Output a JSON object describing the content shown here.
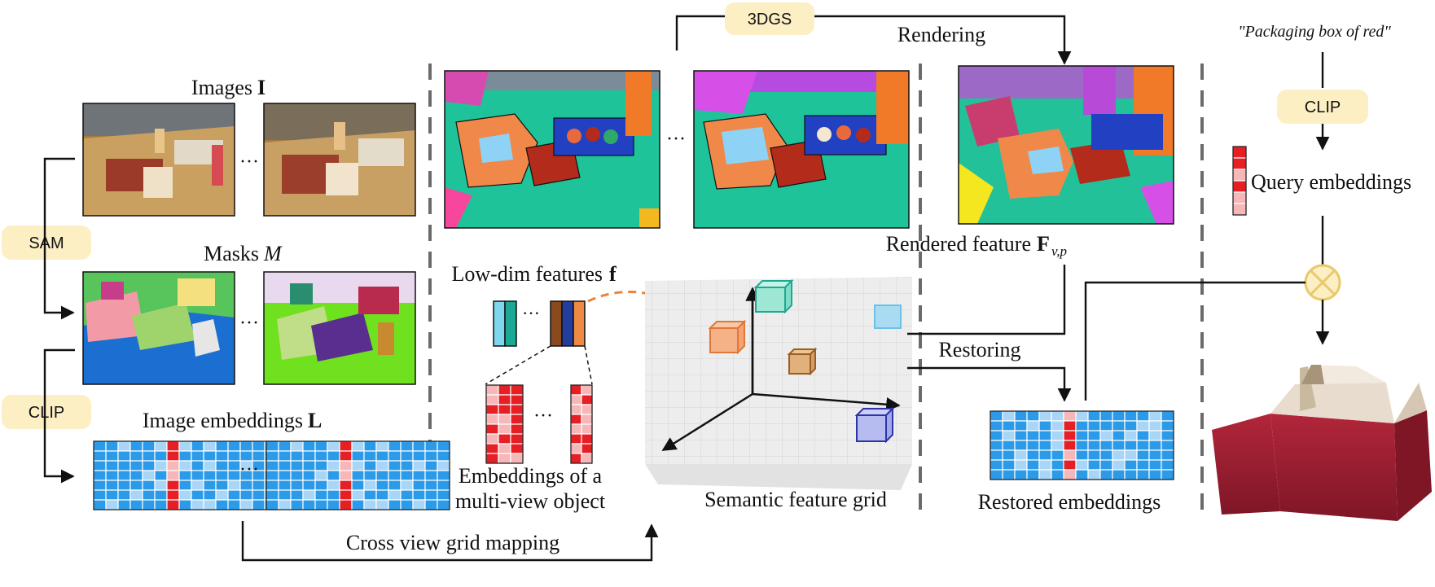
{
  "colors": {
    "pill": "#fdefc4",
    "embed_blue": "#2b9ae8",
    "embed_light": "#a9d6f7",
    "embed_red": "#e51f24",
    "embed_pink": "#f7b6b8",
    "operator": "#e9c96a",
    "arrow_orange": "#e8843c",
    "divider": "#6b6b6b"
  },
  "labels": {
    "images": "Images",
    "images_sym": "I",
    "masks": "Masks",
    "masks_sym": "M",
    "image_embeddings": "Image embeddings",
    "image_embeddings_sym": "L",
    "low_dim": "Low-dim features",
    "low_dim_sym": "f",
    "embeddings_obj_1": "Embeddings of a",
    "embeddings_obj_2": "multi-view object",
    "semantic_grid": "Semantic feature grid",
    "rendered_feature": "Rendered feature",
    "rendered_sym": "F",
    "rendered_sub": "v,p",
    "restored": "Restored embeddings",
    "restoring": "Restoring",
    "rendering": "Rendering",
    "cross_view": "Cross view grid mapping",
    "query": "\"Packaging box of red\"",
    "query_embeddings": "Query embeddings",
    "ellipsis": "···"
  },
  "pills": {
    "sam": "SAM",
    "clip_left": "CLIP",
    "gs": "3DGS",
    "clip_right": "CLIP"
  },
  "icons": {
    "combine": "otimes-icon"
  }
}
